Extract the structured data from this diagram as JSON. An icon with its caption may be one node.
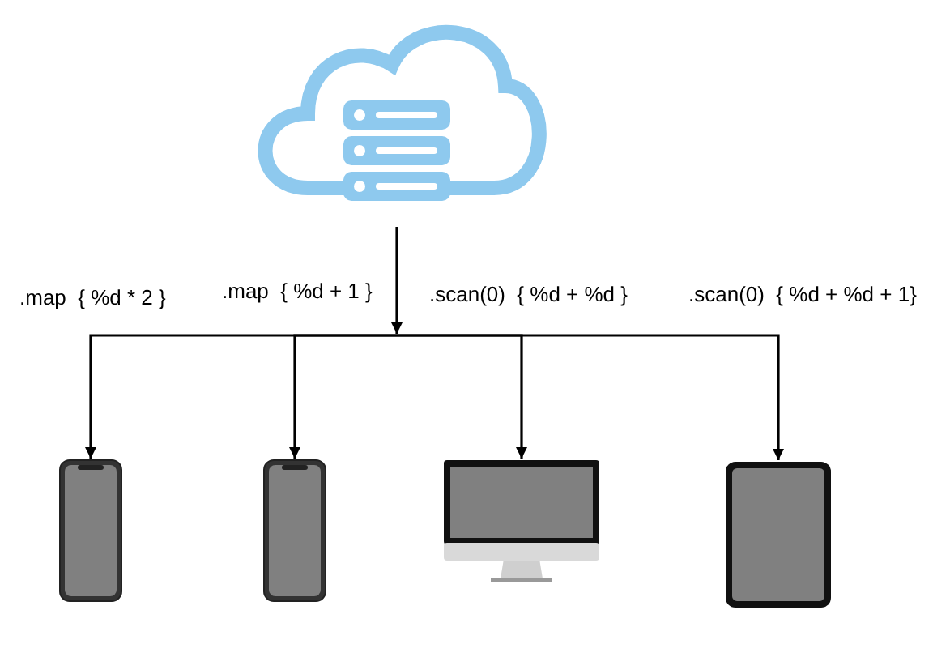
{
  "diagram": {
    "nodes": [
      {
        "text": [],
        "shape": "cloud"
      },
      {
        "text": [],
        "shape": "phone"
      },
      {
        "text": [],
        "shape": "phone"
      },
      {
        "text": [],
        "shape": "monitor"
      },
      {
        "text": [],
        "shape": "tablet"
      }
    ],
    "edges": [
      {
        "from": 0,
        "to": 1,
        "arrow": "to",
        "label": ".map  { %d * 2 }"
      },
      {
        "from": 0,
        "to": 2,
        "arrow": "to",
        "label": ".map  { %d + 1 }"
      },
      {
        "from": 0,
        "to": 3,
        "arrow": "to",
        "label": ".scan(0)  { %d + %d }"
      },
      {
        "from": 0,
        "to": 4,
        "arrow": "to",
        "label": ".scan(0)  { %d + %d + 1}"
      }
    ]
  }
}
